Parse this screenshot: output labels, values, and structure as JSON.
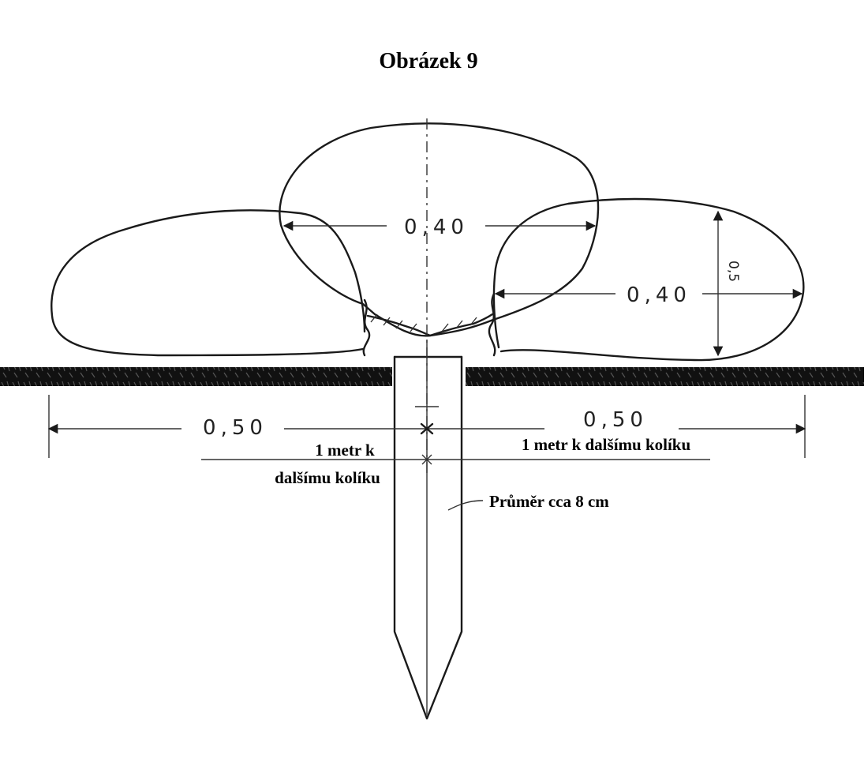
{
  "figure": {
    "title": "Obrázek 9"
  },
  "dimensions": {
    "top_loop_width": "0,40",
    "right_loop_width": "0,40",
    "right_loop_height": "0,5",
    "left_ground_span": "0,50",
    "right_ground_span": "0,50"
  },
  "annotations": {
    "left_note_line1": "1 metr k",
    "left_note_line2": "dalšímu kolíku",
    "right_note": "1 metr k dalšímu kolíku",
    "stake_note": "Průměr cca 8 cm"
  },
  "colors": {
    "ink": "#1a1a1a",
    "ground": "#111111",
    "background": "#ffffff"
  }
}
